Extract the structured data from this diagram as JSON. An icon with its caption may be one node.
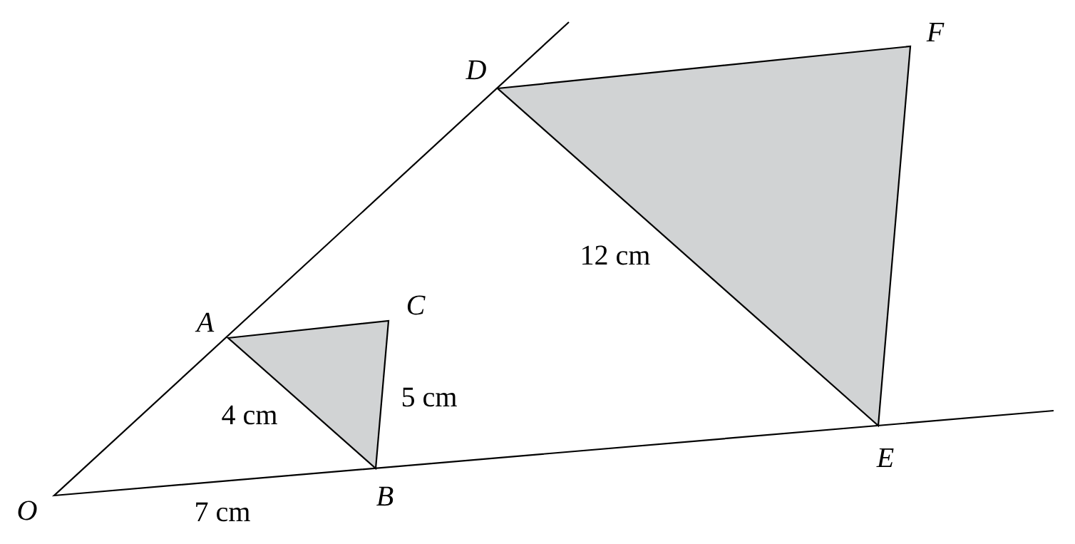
{
  "diagram": {
    "labels": [
      "D",
      "F",
      "12 cm",
      "A",
      "C",
      "5 cm",
      "4 cm",
      "E",
      "O",
      "7 cm",
      "B"
    ]
  }
}
